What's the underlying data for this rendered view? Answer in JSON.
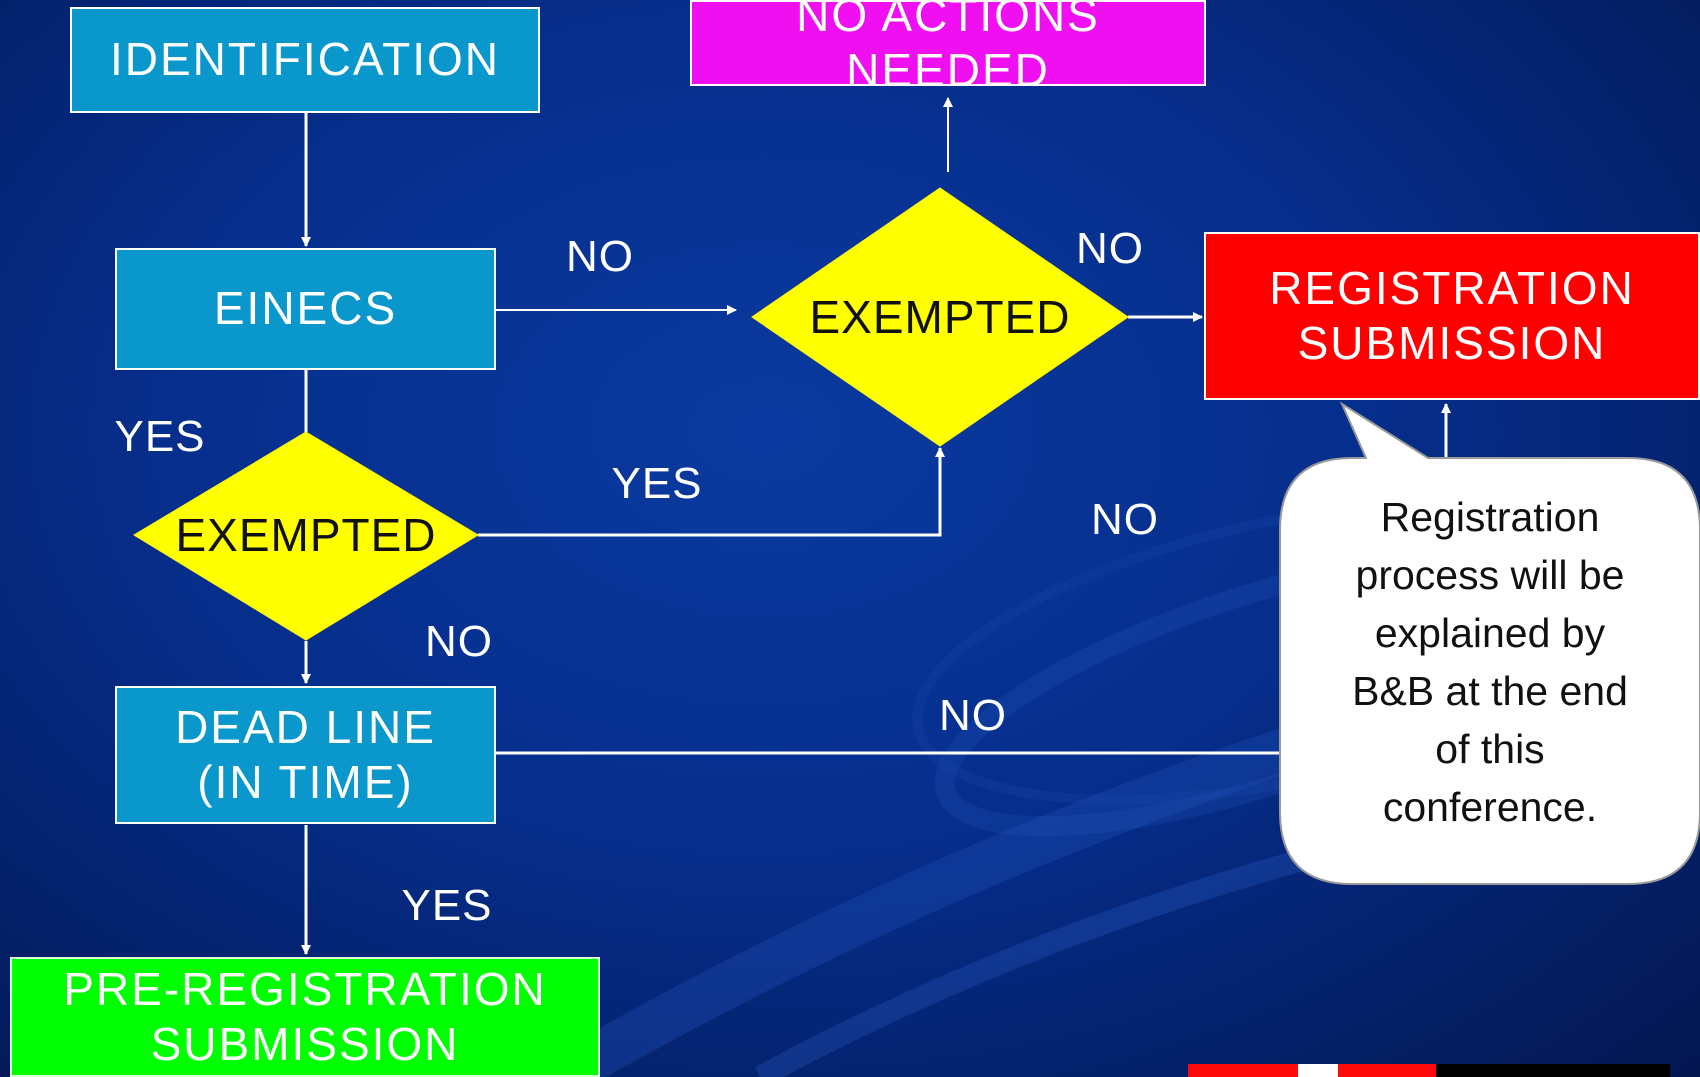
{
  "nodes": {
    "identification": "IDENTIFICATION",
    "no_actions": "NO ACTIONS NEEDED",
    "einecs": "EINECS",
    "exempted_left": "EXEMPTED",
    "exempted_right": "EXEMPTED",
    "registration_line1": "REGISTRATION",
    "registration_line2": "SUBMISSION",
    "deadline_line1": "DEAD LINE",
    "deadline_line2": "(IN TIME)",
    "prereg_line1": "PRE-REGISTRATION",
    "prereg_line2": "SUBMISSION"
  },
  "edge_labels": {
    "einecs_to_exempted": "NO",
    "exempted_to_registration": "NO",
    "einecs_yes": "YES",
    "exempted_left_yes": "YES",
    "exempted_left_no": "NO",
    "mid_no": "NO",
    "deadline_no": "NO",
    "deadline_yes": "YES"
  },
  "callout": {
    "lines": [
      "Registration",
      "process will be",
      "explained by",
      "B&B at the end",
      "of this",
      "conference."
    ]
  },
  "colors": {
    "background": "#062e8c",
    "process_box": "#0a98cc",
    "decision": "#ffff00",
    "no_action_box": "#f00ff0",
    "registration_box": "#ff0000",
    "prereg_box": "#00ff00",
    "connector": "#ffffff"
  }
}
